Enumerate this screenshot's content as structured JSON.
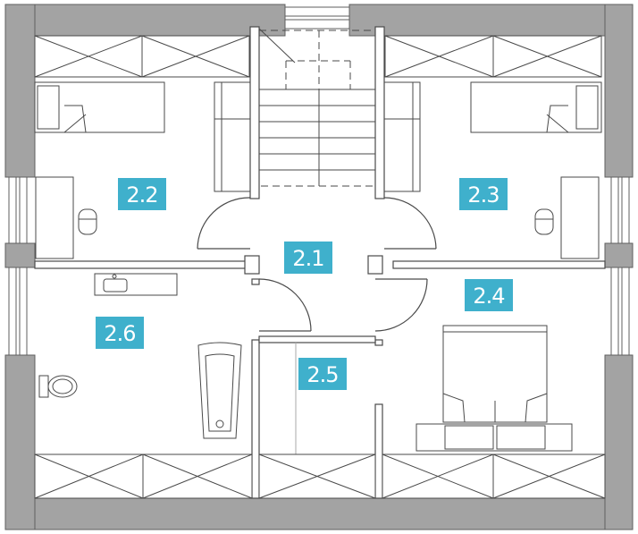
{
  "colors": {
    "wall": "#a3a3a3",
    "wall_outline": "#5f5f5f",
    "line": "#4a4a4a",
    "label_bg": "#3fb0cc",
    "label_text": "#ffffff"
  },
  "rooms": [
    {
      "id": "2.1",
      "label": "2.1"
    },
    {
      "id": "2.2",
      "label": "2.2"
    },
    {
      "id": "2.3",
      "label": "2.3"
    },
    {
      "id": "2.4",
      "label": "2.4"
    },
    {
      "id": "2.5",
      "label": "2.5"
    },
    {
      "id": "2.6",
      "label": "2.6"
    }
  ],
  "icons": [
    "stairs-icon",
    "bed-icon",
    "desk-icon",
    "chair-icon",
    "bathtub-icon",
    "toilet-icon",
    "sink-icon",
    "wardrobe-icon",
    "door-swing-icon",
    "window-icon"
  ]
}
